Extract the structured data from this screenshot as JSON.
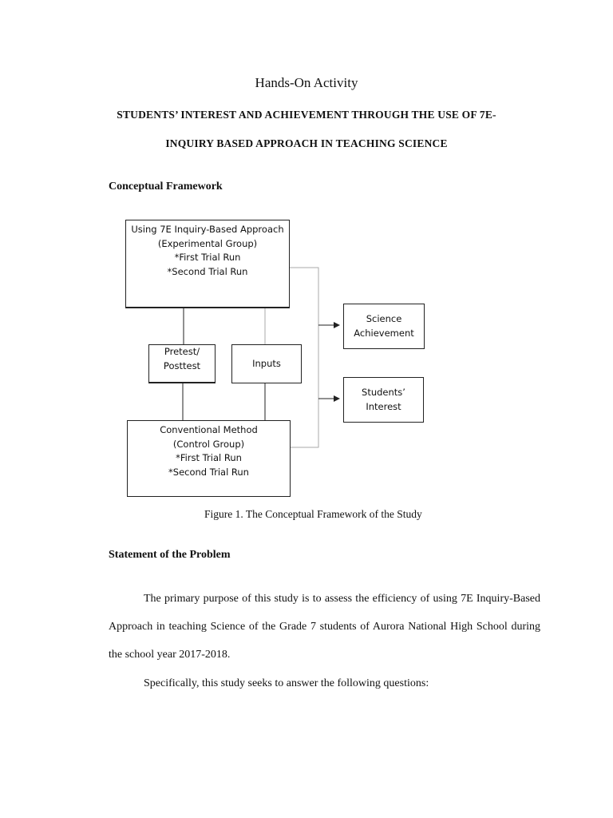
{
  "document": {
    "title": "Hands-On Activity",
    "subtitle_line1": "STUDENTS’ INTEREST AND ACHIEVEMENT THROUGH THE USE OF 7E-",
    "subtitle_line2": "INQUIRY BASED APPROACH IN TEACHING SCIENCE",
    "section_framework": "Conceptual Framework",
    "diagram": {
      "experimental": [
        "Using 7E Inquiry-Based Approach",
        "(Experimental Group)",
        "*First Trial Run",
        "*Second Trial Run"
      ],
      "pretest": [
        "Pretest/",
        "Posttest"
      ],
      "inputs": "Inputs",
      "conventional": [
        "Conventional Method",
        "(Control Group)",
        "*First Trial Run",
        "*Second Trial Run"
      ],
      "achievement": [
        "Science",
        "Achievement"
      ],
      "interest": [
        "Students’",
        "Interest"
      ]
    },
    "caption": "Figure 1. The Conceptual Framework of the Study",
    "section_problem": "Statement of the Problem",
    "paragraph1": "The primary purpose of this study is to assess the efficiency of using 7E Inquiry-Based Approach in teaching Science of the Grade 7 students of Aurora National High School during the school year 2017-2018.",
    "paragraph2": "Specifically, this study seeks to answer the following questions:"
  }
}
